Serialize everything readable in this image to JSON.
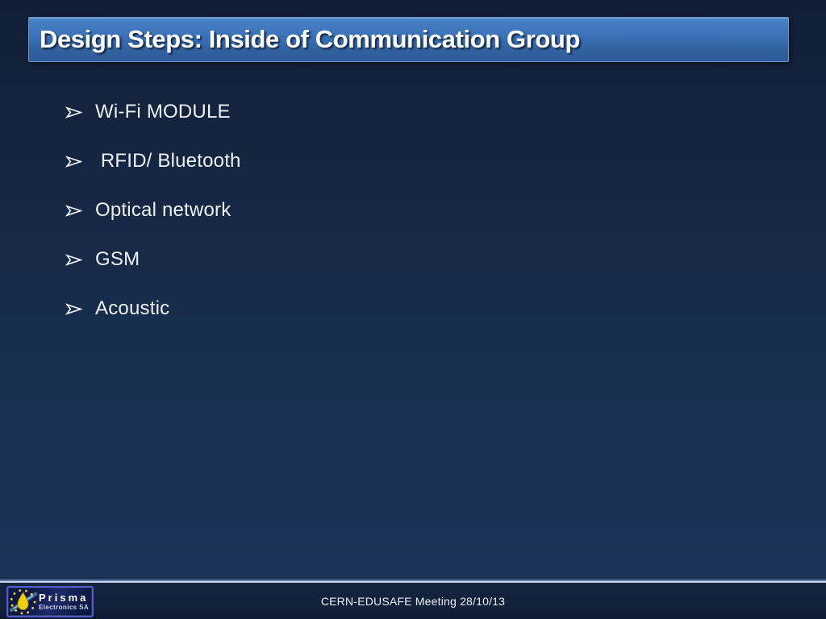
{
  "slide": {
    "title": "Design Steps: Inside of Communication Group",
    "bullets": [
      {
        "label": "Wi-Fi MODULE"
      },
      {
        "label": " RFID/ Bluetooth"
      },
      {
        "label": "Optical network"
      },
      {
        "label": "GSM"
      },
      {
        "label": "Acoustic"
      }
    ],
    "footer": {
      "text": "CERN-EDUSAFE Meeting 28/10/13"
    },
    "logo": {
      "name": "Prisma",
      "subtitle": "Electronics SA"
    },
    "colors": {
      "background_top": "#121e37",
      "background_bottom": "#1d3459",
      "banner_top": "#4a83c8",
      "banner_bottom": "#2d5b9b",
      "divider_soft": "#5f7ca9",
      "divider_bright": "#c6d6ec",
      "footer_band": "#12203a",
      "logo_border": "#5358ca",
      "star_yellow": "#f2cf13",
      "text_white": "#ffffff"
    }
  }
}
